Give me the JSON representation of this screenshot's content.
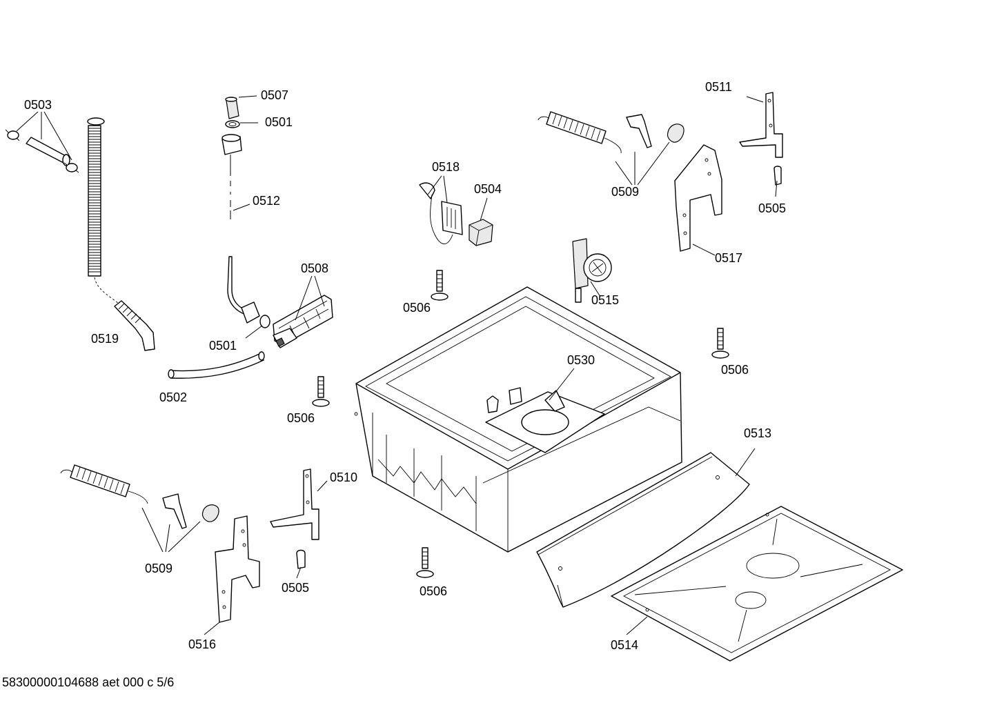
{
  "footer": {
    "code": "58300000104688 aet 000 c 5/6"
  },
  "labels": {
    "l0503": "0503",
    "l0507": "0507",
    "l0501a": "0501",
    "l0512": "0512",
    "l0508": "0508",
    "l0501b": "0501",
    "l0519": "0519",
    "l0502": "0502",
    "l0518": "0518",
    "l0504": "0504",
    "l0506a": "0506",
    "l0509a": "0509",
    "l0511": "0511",
    "l0505a": "0505",
    "l0517": "0517",
    "l0515": "0515",
    "l0506b": "0506",
    "l0530": "0530",
    "l0506c": "0506",
    "l0513": "0513",
    "l0510": "0510",
    "l0509b": "0509",
    "l0505b": "0505",
    "l0506d": "0506",
    "l0516": "0516",
    "l0514": "0514"
  }
}
